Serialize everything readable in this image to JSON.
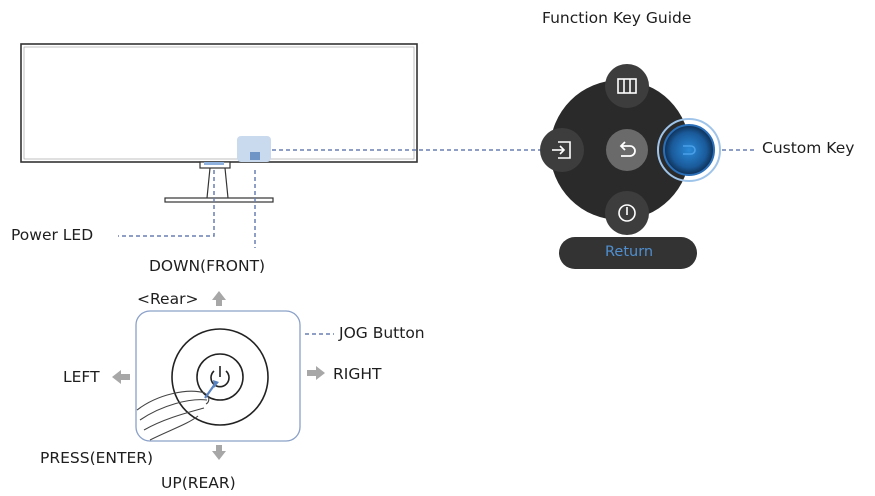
{
  "title": "Function Key Guide",
  "labels": {
    "power_led": "Power LED",
    "down_front": "DOWN(FRONT)",
    "rear": "<Rear>",
    "jog_button": "JOG Button",
    "left": "LEFT",
    "right": "RIGHT",
    "press_enter": "PRESS(ENTER)",
    "up_rear": "UP(REAR)",
    "custom_key": "Custom Key",
    "return": "Return"
  },
  "colors": {
    "jog_pad": "#2a2a2a",
    "key_button": "#3d3d3d",
    "center_button": "#6a6a6a",
    "custom_key_accent": "#1e78c8",
    "leader_line": "#6a7fb0",
    "arrow": "#a7a7a7",
    "highlight": "#c9d9ee"
  },
  "icons": [
    "picture-mode-icon",
    "source-icon",
    "return-icon",
    "power-icon",
    "custom-key-icon",
    "power-symbol-icon",
    "hand-icon"
  ]
}
